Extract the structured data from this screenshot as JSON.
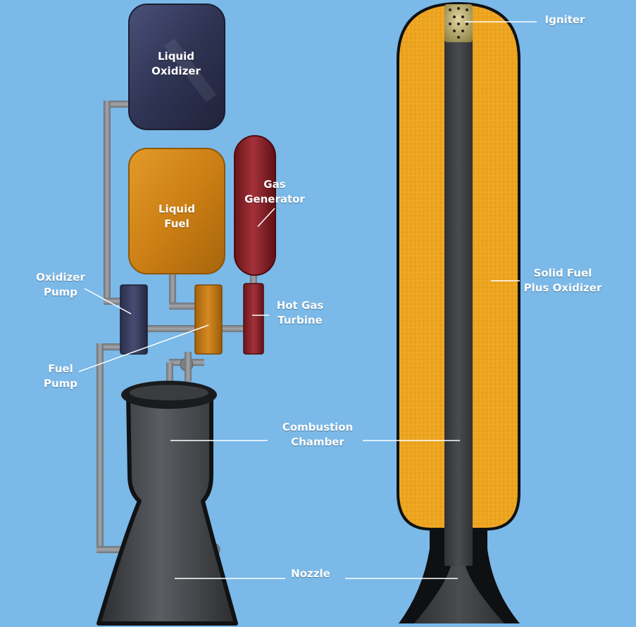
{
  "labels": {
    "liquid_oxidizer": [
      "Liquid",
      "Oxidizer"
    ],
    "liquid_fuel": [
      "Liquid",
      "Fuel"
    ],
    "gas_generator": [
      "Gas",
      "Generator"
    ],
    "oxidizer_pump": [
      "Oxidizer",
      "Pump"
    ],
    "fuel_pump": [
      "Fuel",
      "Pump"
    ],
    "hot_gas_turbine": [
      "Hot Gas",
      "Turbine"
    ],
    "combustion_chamber": [
      "Combustion",
      "Chamber"
    ],
    "nozzle": "Nozzle",
    "igniter": "Igniter",
    "solid_fuel": [
      "Solid Fuel",
      "Plus Oxidizer"
    ]
  },
  "colors": {
    "background": "#7ab9e8",
    "oxidizer_tank": "#2f3454",
    "fuel_tank": "#c97d13",
    "gas_generator": "#8a2229",
    "pipe": "#8a8d92",
    "chamber": "#3e4044",
    "solid_fuel": "#eea621",
    "core": "#3e4044",
    "leader_line": "#ffffff"
  }
}
